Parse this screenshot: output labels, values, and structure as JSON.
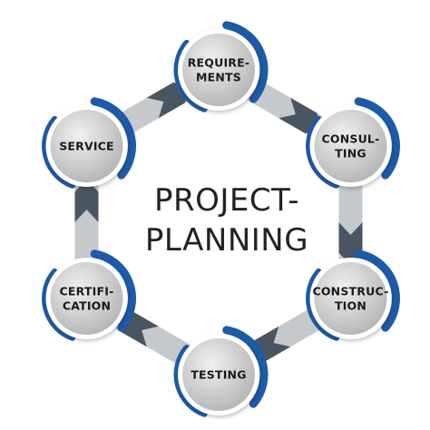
{
  "center": {
    "line1": "PROJECT-",
    "line2": "PLANNING"
  },
  "colors": {
    "ring_light": "#c6c9cc",
    "ring_dark": "#4a5562",
    "accent_blue": "#1d5aa8",
    "node_fill_top": "#e6e6e6",
    "node_fill_bottom": "#b9b9b9",
    "node_border": "#ffffff"
  },
  "nodes": [
    {
      "id": "requirements",
      "lines": [
        "REQUIRE-",
        "MENTS"
      ]
    },
    {
      "id": "consulting",
      "lines": [
        "CONSUL-",
        "TING"
      ]
    },
    {
      "id": "construction",
      "lines": [
        "CONSTRUC-",
        "TION"
      ]
    },
    {
      "id": "testing",
      "lines": [
        "TESTING"
      ]
    },
    {
      "id": "certification",
      "lines": [
        "CERTIFI-",
        "CATION"
      ]
    },
    {
      "id": "service",
      "lines": [
        "SERVICE"
      ]
    }
  ]
}
